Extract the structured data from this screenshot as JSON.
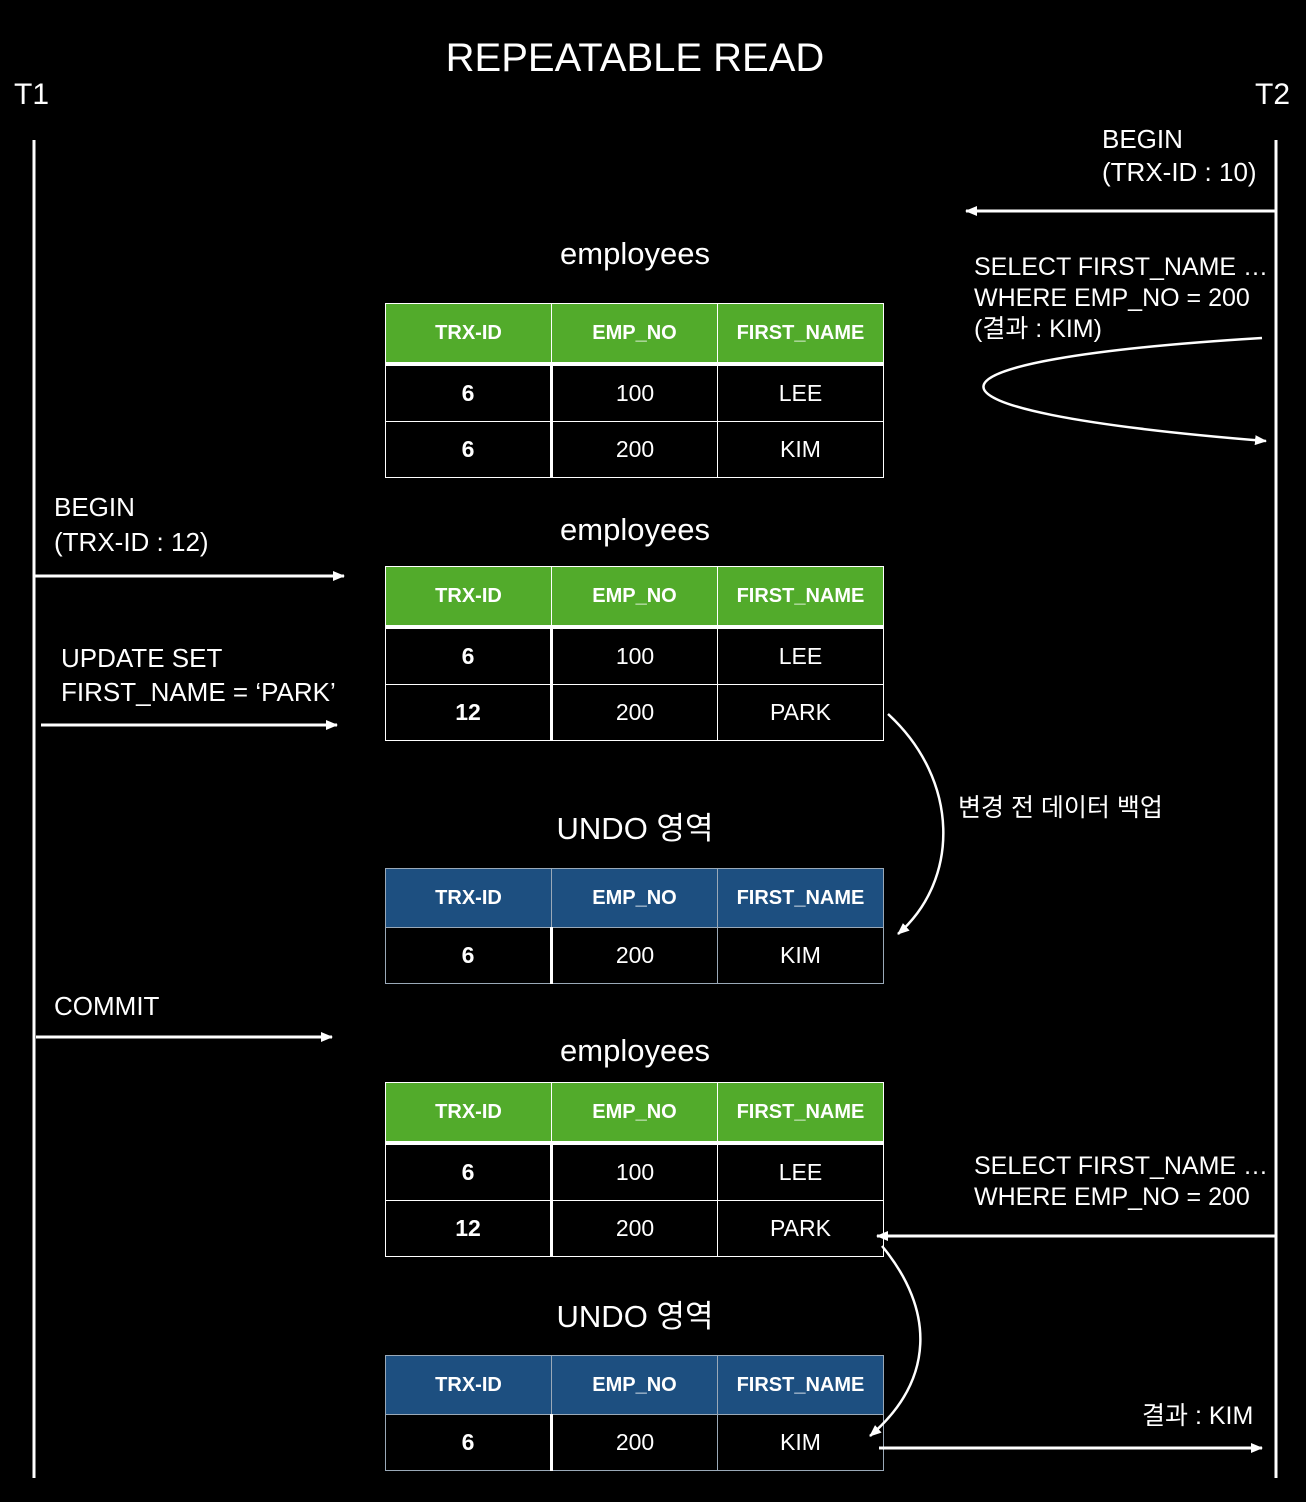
{
  "title": "REPEATABLE READ",
  "lanes": {
    "t1": "T1",
    "t2": "T2"
  },
  "t2_events": {
    "begin": [
      "BEGIN",
      "(TRX-ID : 10)"
    ],
    "select1": [
      "SELECT FIRST_NAME …",
      "WHERE EMP_NO = 200",
      "(결과 : KIM)"
    ],
    "select2": [
      "SELECT FIRST_NAME …",
      "WHERE EMP_NO = 200"
    ],
    "result2": "결과 : KIM"
  },
  "t1_events": {
    "begin": [
      "BEGIN",
      "(TRX-ID : 12)"
    ],
    "update": [
      "UPDATE SET",
      "FIRST_NAME = ‘PARK’"
    ],
    "commit": "COMMIT"
  },
  "backup_label": "변경 전 데이터 백업",
  "columns": [
    "TRX-ID",
    "EMP_NO",
    "FIRST_NAME"
  ],
  "tables": [
    {
      "title": "employees",
      "kind": "employees",
      "rows": [
        [
          "6",
          "100",
          "LEE"
        ],
        [
          "6",
          "200",
          "KIM"
        ]
      ]
    },
    {
      "title": "employees",
      "kind": "employees",
      "rows": [
        [
          "6",
          "100",
          "LEE"
        ],
        [
          "12",
          "200",
          "PARK"
        ]
      ]
    },
    {
      "title": "UNDO 영역",
      "kind": "undo",
      "rows": [
        [
          "6",
          "200",
          "KIM"
        ]
      ]
    },
    {
      "title": "employees",
      "kind": "employees",
      "rows": [
        [
          "6",
          "100",
          "LEE"
        ],
        [
          "12",
          "200",
          "PARK"
        ]
      ]
    },
    {
      "title": "UNDO 영역",
      "kind": "undo",
      "rows": [
        [
          "6",
          "200",
          "KIM"
        ]
      ]
    }
  ],
  "colors": {
    "employees_header": "#52ab2b",
    "undo_header": "#1d4f80",
    "background": "#000000",
    "foreground": "#ffffff"
  }
}
